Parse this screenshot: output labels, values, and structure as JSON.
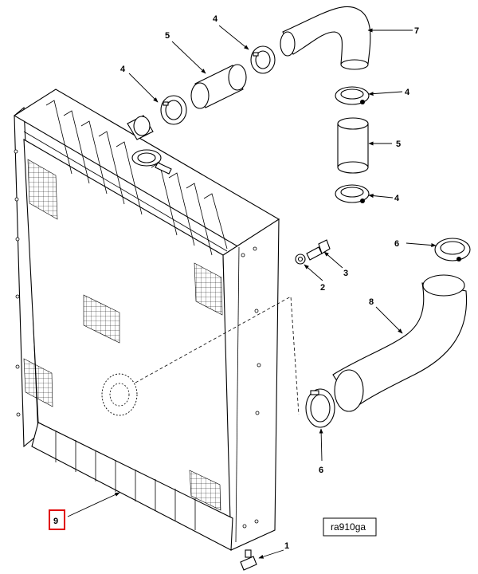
{
  "diagram": {
    "reference_code": "ra910ga",
    "highlight_color": "#e00000",
    "callouts": {
      "drain_plug": "1",
      "washer": "2",
      "bolt": "3",
      "clamp_top_left": "4",
      "clamp_top_mid": "4",
      "clamp_right_upper": "4",
      "clamp_right_lower": "4",
      "hose_short_top": "5",
      "hose_short_right": "5",
      "clamp_lower_right": "6",
      "clamp_lower_mid": "6",
      "elbow_hose_top": "7",
      "hose_lower_long": "8",
      "radiator": "9"
    }
  }
}
